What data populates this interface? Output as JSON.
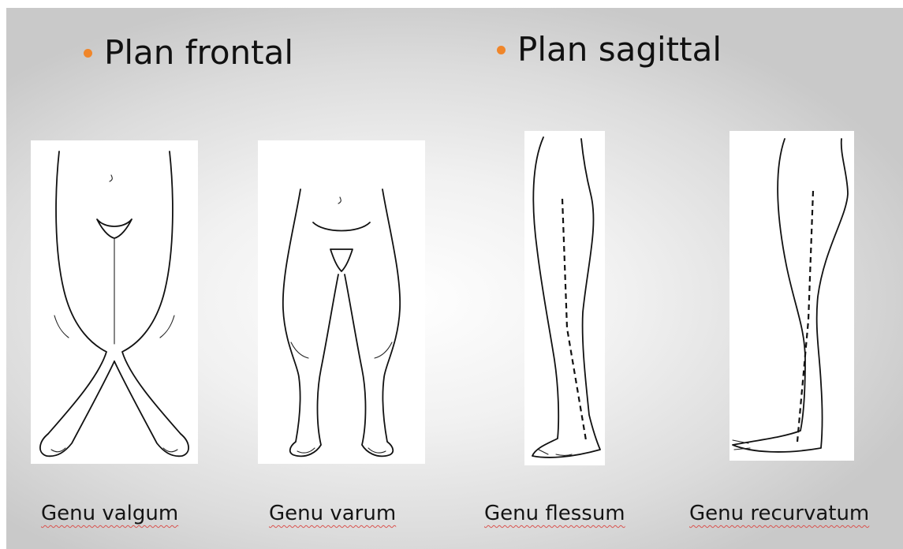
{
  "colors": {
    "bullet": "#f0862a",
    "text": "#111111"
  },
  "headings": {
    "frontal": "Plan frontal",
    "sagittal": "Plan sagittal"
  },
  "figures": [
    {
      "id": "genu-valgum",
      "caption": "Genu valgum"
    },
    {
      "id": "genu-varum",
      "caption": "Genu varum"
    },
    {
      "id": "genu-flessum",
      "caption": "Genu flessum"
    },
    {
      "id": "genu-recurvatum",
      "caption": "Genu recurvatum"
    }
  ]
}
